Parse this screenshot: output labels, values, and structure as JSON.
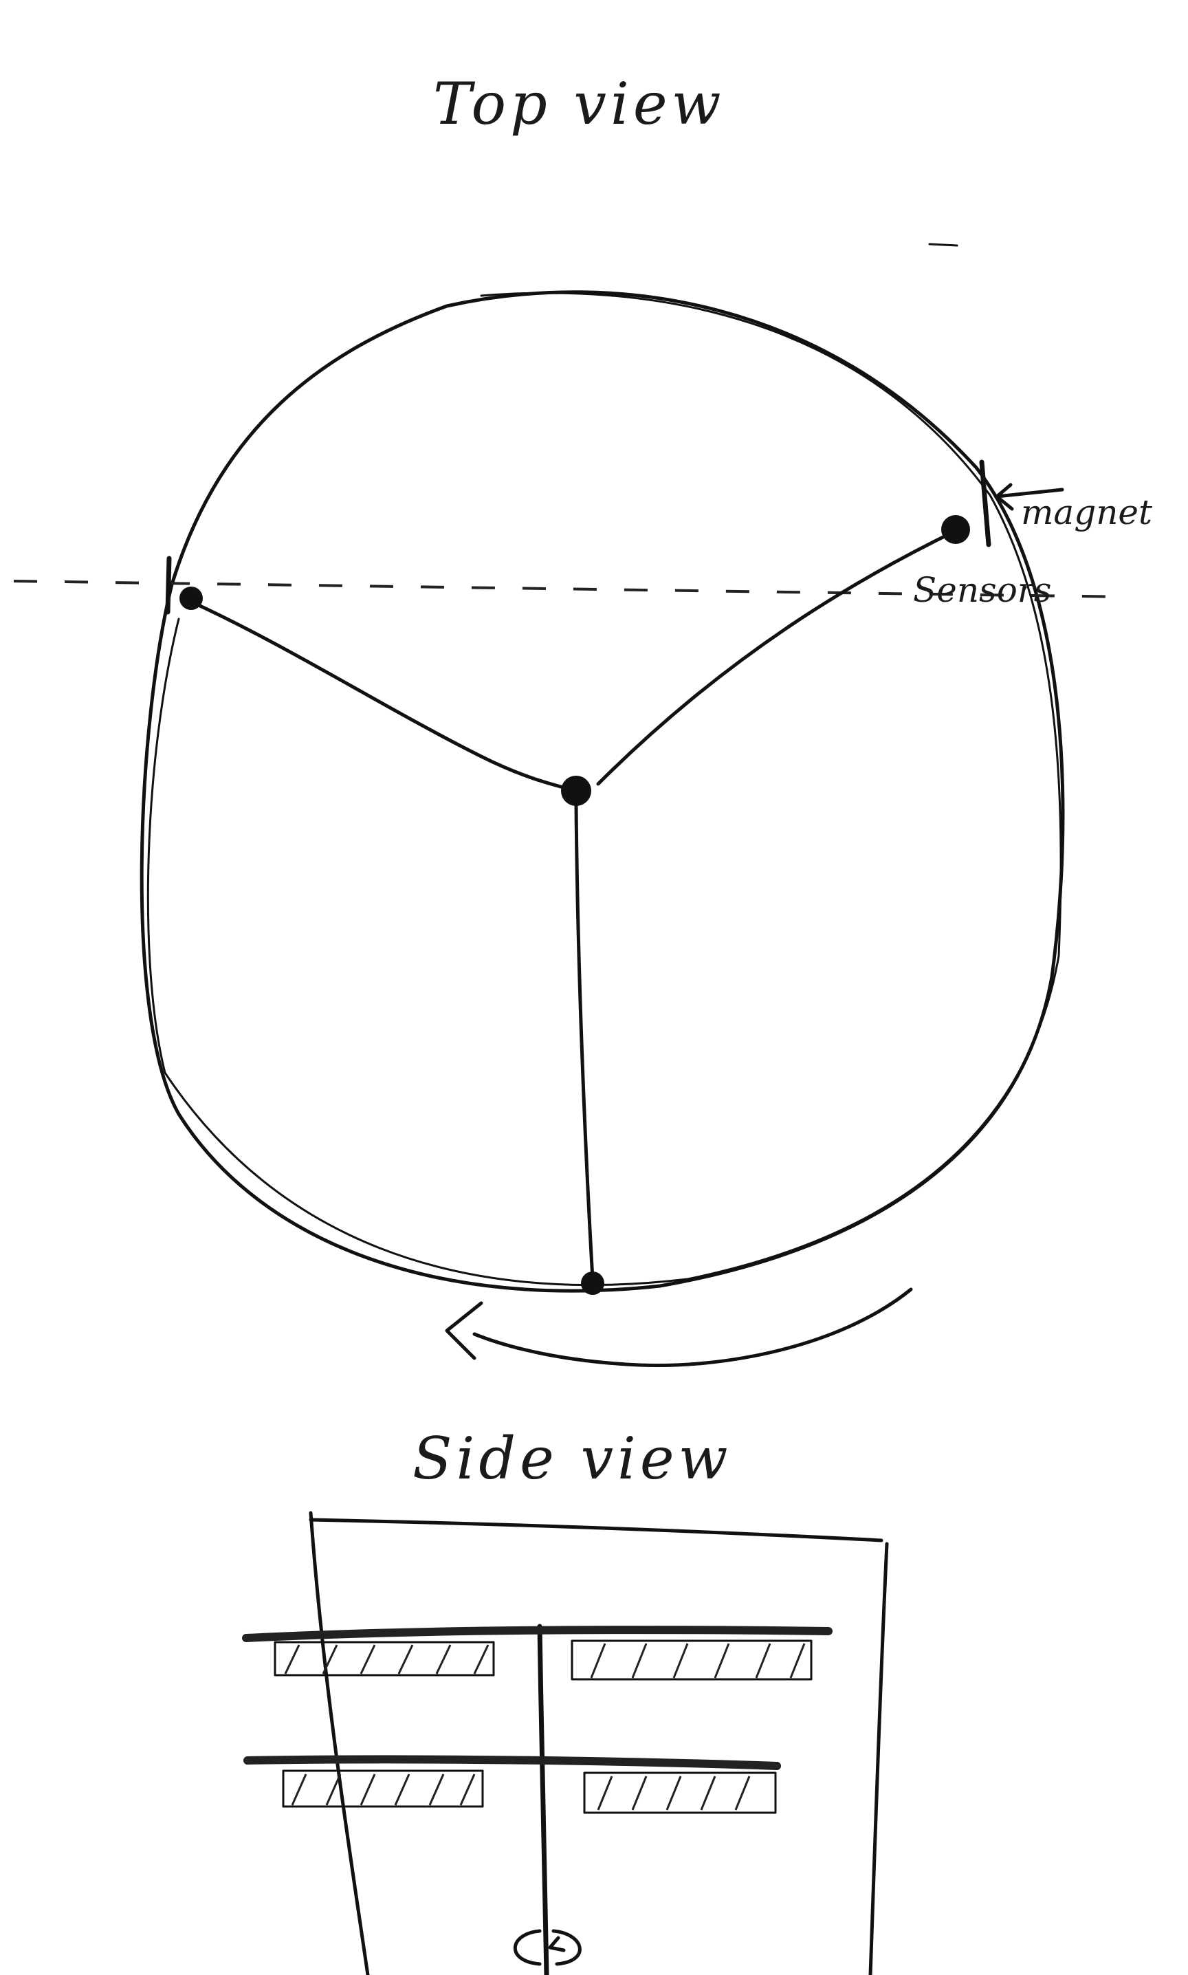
{
  "top_view": {
    "title": "Top view",
    "magnet_label": "magnet",
    "sensors_label": "Sensors"
  },
  "side_view": {
    "title": "Side view"
  }
}
